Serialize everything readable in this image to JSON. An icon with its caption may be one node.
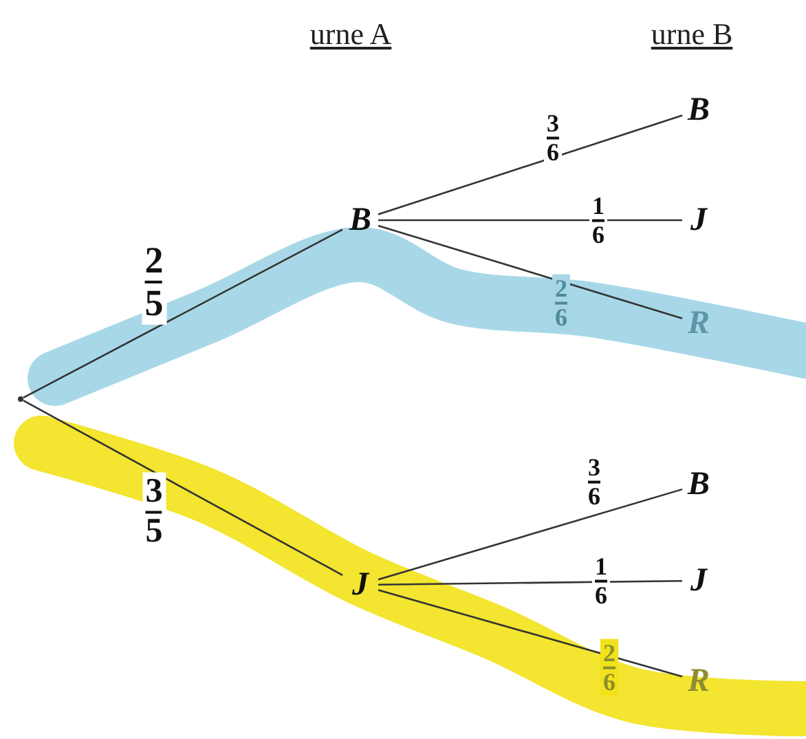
{
  "diagram": {
    "nodes": [
      {
        "text": [],
        "shape": "dot"
      },
      {
        "text": [
          "B"
        ]
      },
      {
        "text": [
          "J"
        ]
      },
      {
        "text": [
          "B"
        ]
      },
      {
        "text": [
          "J"
        ]
      },
      {
        "text": [
          "R"
        ]
      },
      {
        "text": [
          "B"
        ]
      },
      {
        "text": [
          "J"
        ]
      },
      {
        "text": [
          "R"
        ]
      }
    ],
    "edges": [
      {
        "from": 0,
        "to": 1,
        "arrow": "none",
        "label": "2 5"
      },
      {
        "from": 0,
        "to": 2,
        "arrow": "none",
        "label": "3 5"
      },
      {
        "from": 1,
        "to": 3,
        "arrow": "none",
        "label": "3 6"
      },
      {
        "from": 1,
        "to": 4,
        "arrow": "none",
        "label": "1 6"
      },
      {
        "from": 1,
        "to": 5,
        "arrow": "none",
        "label": "2 6"
      },
      {
        "from": 2,
        "to": 6,
        "arrow": "none",
        "label": "3 6"
      },
      {
        "from": 2,
        "to": 7,
        "arrow": "none",
        "label": "1 6"
      },
      {
        "from": 2,
        "to": 8,
        "arrow": "none",
        "label": "2 6"
      }
    ],
    "labels": [
      "urne A",
      "urne B"
    ]
  }
}
